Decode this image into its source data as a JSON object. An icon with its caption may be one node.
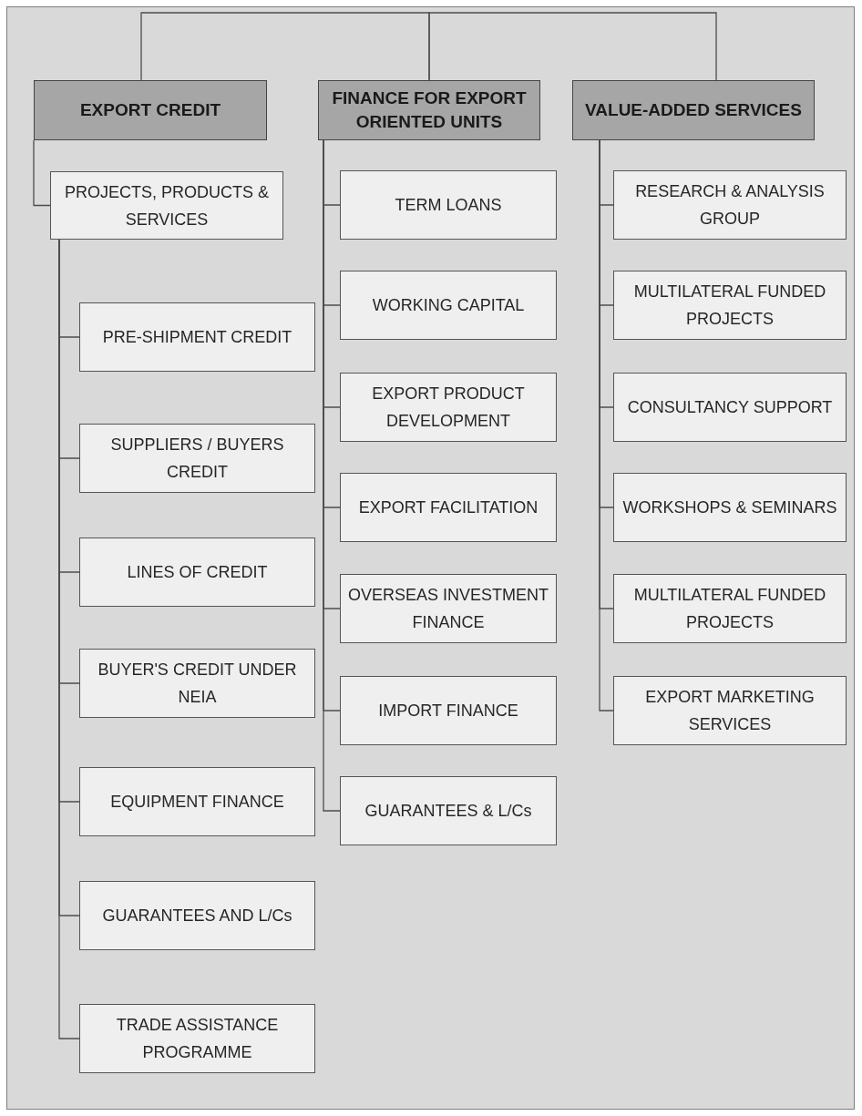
{
  "diagram": {
    "nodes": [
      {
        "text": [
          "EXPORT CREDIT"
        ]
      },
      {
        "text": [
          "FINANCE FOR EXPORT ORIENTED UNITS"
        ]
      },
      {
        "text": [
          "VALUE-ADDED SERVICES"
        ]
      },
      {
        "text": [
          "PROJECTS, PRODUCTS & SERVICES"
        ]
      },
      {
        "text": [
          "PRE-SHIPMENT CREDIT"
        ]
      },
      {
        "text": [
          "SUPPLIERS / BUYERS CREDIT"
        ]
      },
      {
        "text": [
          "LINES OF CREDIT"
        ]
      },
      {
        "text": [
          "BUYER'S CREDIT UNDER NEIA"
        ]
      },
      {
        "text": [
          "EQUIPMENT FINANCE"
        ]
      },
      {
        "text": [
          "GUARANTEES AND L/Cs"
        ]
      },
      {
        "text": [
          "TRADE ASSISTANCE PROGRAMME"
        ]
      },
      {
        "text": [
          "TERM LOANS"
        ]
      },
      {
        "text": [
          "WORKING CAPITAL"
        ]
      },
      {
        "text": [
          "EXPORT PRODUCT DEVELOPMENT"
        ]
      },
      {
        "text": [
          "EXPORT FACILITATION"
        ]
      },
      {
        "text": [
          "OVERSEAS INVESTMENT FINANCE"
        ]
      },
      {
        "text": [
          "IMPORT FINANCE"
        ]
      },
      {
        "text": [
          "GUARANTEES & L/Cs"
        ]
      },
      {
        "text": [
          "RESEARCH & ANALYSIS GROUP"
        ]
      },
      {
        "text": [
          "MULTILATERAL FUNDED PROJECTS"
        ]
      },
      {
        "text": [
          "CONSULTANCY SUPPORT"
        ]
      },
      {
        "text": [
          "WORKSHOPS & SEMINARS"
        ]
      },
      {
        "text": [
          "MULTILATERAL FUNDED PROJECTS"
        ]
      },
      {
        "text": [
          "EXPORT MARKETING SERVICES"
        ]
      }
    ],
    "edges": [
      {
        "from": 0,
        "to": 1,
        "arrow": "none"
      },
      {
        "from": 1,
        "to": 2,
        "arrow": "none"
      },
      {
        "from": 0,
        "to": 3,
        "arrow": "none"
      },
      {
        "from": 3,
        "to": 4,
        "arrow": "none"
      },
      {
        "from": 3,
        "to": 5,
        "arrow": "none"
      },
      {
        "from": 3,
        "to": 6,
        "arrow": "none"
      },
      {
        "from": 3,
        "to": 7,
        "arrow": "none"
      },
      {
        "from": 3,
        "to": 8,
        "arrow": "none"
      },
      {
        "from": 3,
        "to": 9,
        "arrow": "none"
      },
      {
        "from": 3,
        "to": 10,
        "arrow": "none"
      },
      {
        "from": 1,
        "to": 11,
        "arrow": "none"
      },
      {
        "from": 1,
        "to": 12,
        "arrow": "none"
      },
      {
        "from": 1,
        "to": 13,
        "arrow": "none"
      },
      {
        "from": 1,
        "to": 14,
        "arrow": "none"
      },
      {
        "from": 1,
        "to": 15,
        "arrow": "none"
      },
      {
        "from": 1,
        "to": 16,
        "arrow": "none"
      },
      {
        "from": 1,
        "to": 17,
        "arrow": "none"
      },
      {
        "from": 2,
        "to": 18,
        "arrow": "none"
      },
      {
        "from": 2,
        "to": 19,
        "arrow": "none"
      },
      {
        "from": 2,
        "to": 20,
        "arrow": "none"
      },
      {
        "from": 2,
        "to": 21,
        "arrow": "none"
      },
      {
        "from": 2,
        "to": 22,
        "arrow": "none"
      },
      {
        "from": 2,
        "to": 23,
        "arrow": "none"
      }
    ]
  }
}
